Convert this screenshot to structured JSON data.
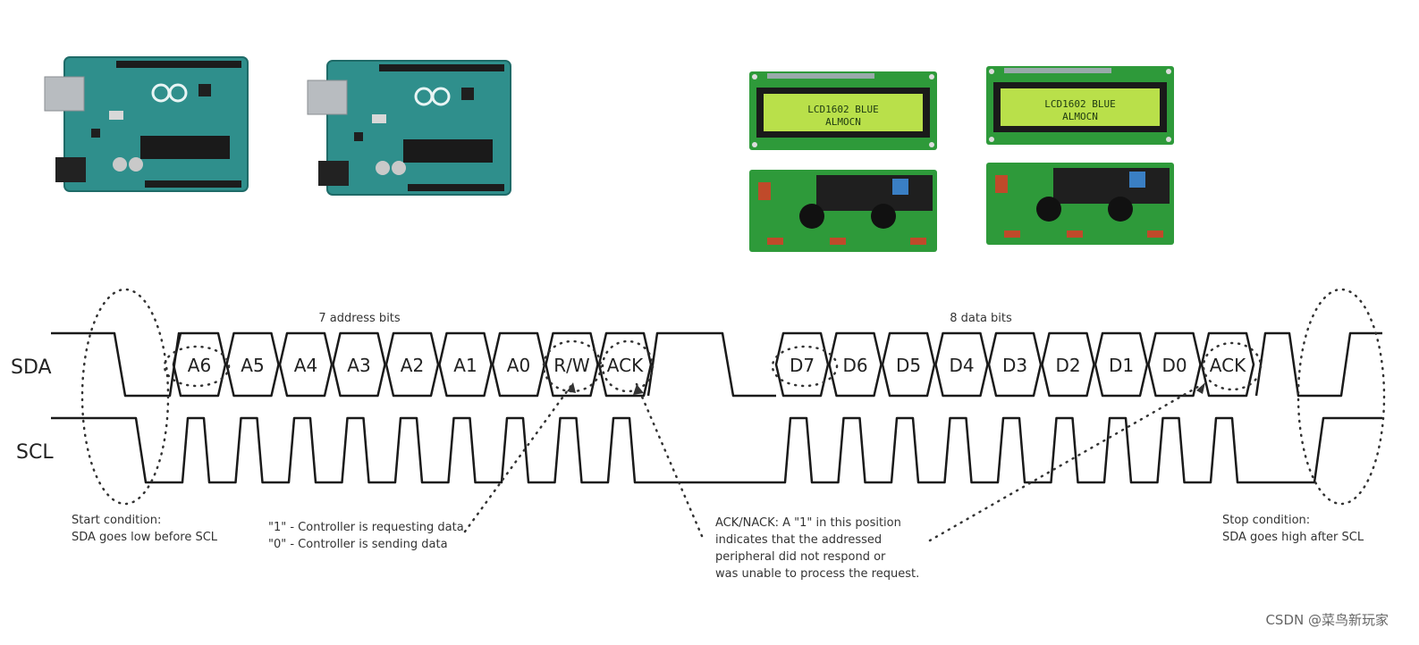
{
  "signals": {
    "sda": "SDA",
    "scl": "SCL"
  },
  "address_group": {
    "label": "7 address bits",
    "bits": [
      "A6",
      "A5",
      "A4",
      "A3",
      "A2",
      "A1",
      "A0",
      "R/W",
      "ACK"
    ]
  },
  "data_group": {
    "label": "8 data bits",
    "bits": [
      "D7",
      "D6",
      "D5",
      "D4",
      "D3",
      "D2",
      "D1",
      "D0",
      "ACK"
    ]
  },
  "notes": {
    "start": [
      "Start condition:",
      "SDA goes low before SCL"
    ],
    "rw": [
      "\"1\" - Controller is requesting data",
      "\"0\" - Controller is sending data"
    ],
    "ack": [
      "ACK/NACK: A \"1\" in this position",
      "indicates that the addressed",
      "peripheral did not respond or",
      "was unable to process the request."
    ],
    "stop": [
      "Stop condition:",
      "SDA goes high after SCL"
    ]
  },
  "lcd_text": [
    "LCD1602 BLUE",
    "ALMOCN"
  ],
  "watermark": "CSDN @菜鸟新玩家",
  "colors": {
    "board": "#2f8f8c",
    "lcd_screen": "#b9e04a",
    "pcb": "#2e9a3a"
  }
}
